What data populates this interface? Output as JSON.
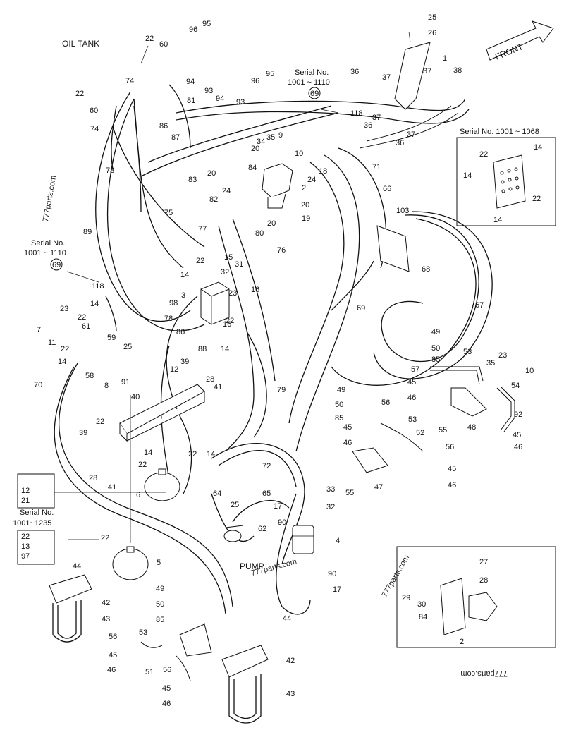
{
  "headings": {
    "oil_tank": "OIL TANK",
    "front": "FRONT",
    "pump": "PUMP"
  },
  "serial_notes": {
    "top": {
      "title": "Serial No.",
      "range": "1001 ~ 1110",
      "ref": "69"
    },
    "left": {
      "title": "Serial No.",
      "range": "1001 ~ 1110",
      "ref": "69"
    },
    "inset": {
      "title": "Serial No. 1001 ~ 1068"
    },
    "lower_left": {
      "title": "Serial No.",
      "range": "1001~1235"
    }
  },
  "watermarks": [
    "777parts.com",
    "777parts.com",
    "777parts.com",
    "777parts.com"
  ],
  "callouts": {
    "c25a": "25",
    "c26a": "26",
    "c1": "1",
    "c95a": "95",
    "c96a": "96",
    "c22a": "22",
    "c60a": "60",
    "c94a": "94",
    "c93a": "93",
    "c94b": "94",
    "c93b": "93",
    "c96b": "96",
    "c95b": "95",
    "c74a": "74",
    "c22b": "22",
    "c60b": "60",
    "c81": "81",
    "c86a": "86",
    "c87": "87",
    "c74b": "74",
    "c73": "73",
    "c36a": "36",
    "c37a": "37",
    "c37b": "37",
    "c38": "38",
    "c118a": "118",
    "c37c": "37",
    "c36b": "36",
    "c37d": "37",
    "c36c": "36",
    "c9": "9",
    "c35a": "35",
    "c34": "34",
    "c20a": "20",
    "c10a": "10",
    "c84a": "84",
    "c18": "18",
    "c71": "71",
    "c66": "66",
    "c24a": "24",
    "c2a": "2",
    "c20b": "20",
    "c83": "83",
    "c24b": "24",
    "c82": "82",
    "c20c": "20",
    "c20d": "20",
    "c19": "19",
    "c75": "75",
    "c77": "77",
    "c80": "80",
    "c76": "76",
    "c103": "103",
    "c89": "89",
    "c15": "15",
    "c22c": "22",
    "c31": "31",
    "c14a": "14",
    "c32a": "32",
    "c16a": "16",
    "c3": "3",
    "c98": "98",
    "c23a": "23",
    "c78": "78",
    "c16b": "16",
    "c22d": "22",
    "c86b": "86",
    "c88": "88",
    "c14b": "14",
    "c68": "68",
    "c69": "69",
    "c67": "67",
    "c118b": "118",
    "c14c": "14",
    "c23b": "23",
    "c7": "7",
    "c22e": "22",
    "c61": "61",
    "c11": "11",
    "c59": "59",
    "c22f": "22",
    "c25b": "25",
    "c14d": "14",
    "c58": "58",
    "c8": "8",
    "c91": "91",
    "c70": "70",
    "c39a": "39",
    "c12a": "12",
    "c28a": "28",
    "c41a": "41",
    "c40": "40",
    "c79": "79",
    "c49a": "49",
    "c50a": "50",
    "c53a": "53",
    "c35b": "35",
    "c23c": "23",
    "c10b": "10",
    "c85a": "85",
    "c57": "57",
    "c54": "54",
    "c45a": "45",
    "c46a": "46",
    "c48": "48",
    "c55a": "55",
    "c92": "92",
    "c45b": "45",
    "c46b": "46",
    "c49b": "49",
    "c50b": "50",
    "c56a": "56",
    "c85b": "85",
    "c53b": "53",
    "c45c": "45",
    "c52": "52",
    "c46c": "46",
    "c56b": "56",
    "c45d": "45",
    "c46d": "46",
    "c47": "47",
    "c55b": "55",
    "c39b": "39",
    "c22g": "22",
    "c14e": "14",
    "c22h": "22",
    "c14f": "14",
    "c72": "72",
    "c28b": "28",
    "c41b": "41",
    "c6": "6",
    "c22i": "22",
    "c12b": "12",
    "c21": "21",
    "c64": "64",
    "c65": "65",
    "c25c": "25",
    "c62": "62",
    "c33": "33",
    "c17a": "17",
    "c32b": "32",
    "c90a": "90",
    "c4": "4",
    "c22j": "22",
    "c13": "13",
    "c97": "97",
    "c22k": "22",
    "c5": "5",
    "c90b": "90",
    "c17b": "17",
    "c44a": "44",
    "c42a": "42",
    "c43a": "43",
    "c49c": "49",
    "c50c": "50",
    "c85c": "85",
    "c44b": "44",
    "c53c": "53",
    "c56c": "56",
    "c45e": "45",
    "c46e": "46",
    "c51": "51",
    "c56d": "56",
    "c42b": "42",
    "c43b": "43",
    "c45f": "45",
    "c46f": "46",
    "c14g": "14",
    "c22l": "22",
    "c14h": "14",
    "c22m": "22",
    "c14i": "14",
    "c27": "27",
    "c28c": "28",
    "c29": "29",
    "c30": "30",
    "c84b": "84",
    "c2b": "2"
  }
}
